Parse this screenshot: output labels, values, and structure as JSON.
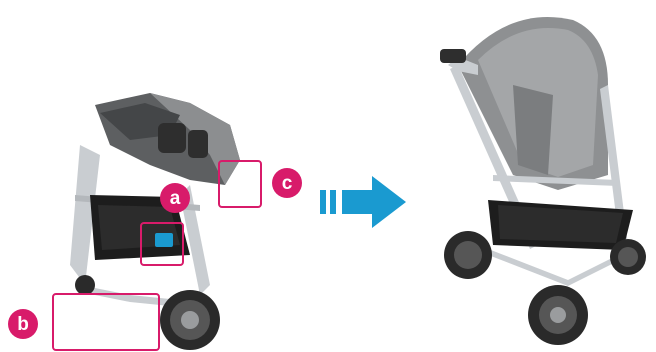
{
  "instruction": {
    "badges": [
      {
        "label": "a"
      },
      {
        "label": "b"
      },
      {
        "label": "c"
      }
    ],
    "arrow_icon": "arrow-right-icon",
    "colors": {
      "accent": "#d81b6a",
      "arrow": "#1a9ad0",
      "frame": "#c8ccd0",
      "fabric": "#6c6e70",
      "fabric_light": "#9a9c9e",
      "tire": "#2a2a2a"
    }
  }
}
